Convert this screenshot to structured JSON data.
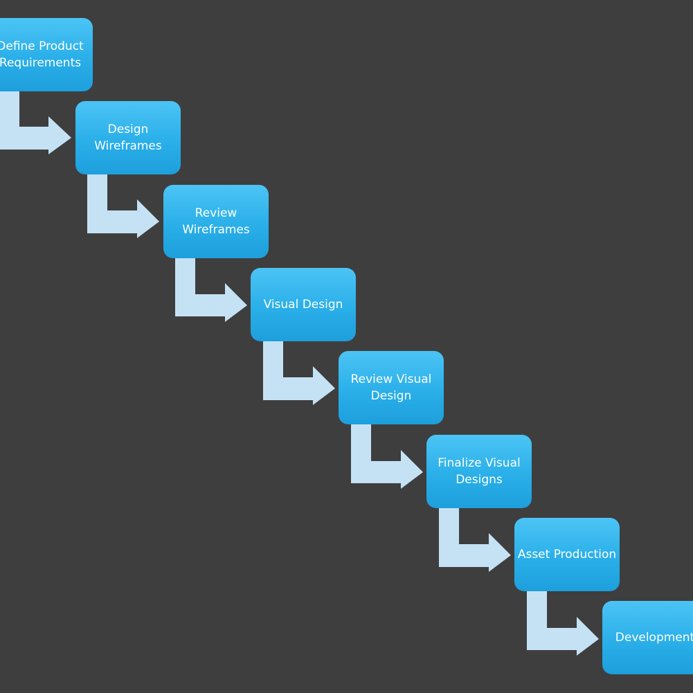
{
  "diagram": {
    "steps": [
      {
        "label": "Define Product Requirements"
      },
      {
        "label": "Design Wireframes"
      },
      {
        "label": "Review Wireframes"
      },
      {
        "label": "Visual Design"
      },
      {
        "label": "Review Visual Design"
      },
      {
        "label": "Finalize Visual Designs"
      },
      {
        "label": "Asset Production"
      },
      {
        "label": "Development"
      }
    ],
    "colors": {
      "background": "#3e3e3e",
      "box": "#29aee9",
      "arrow": "#c5e2f5",
      "text": "#ffffff"
    }
  }
}
